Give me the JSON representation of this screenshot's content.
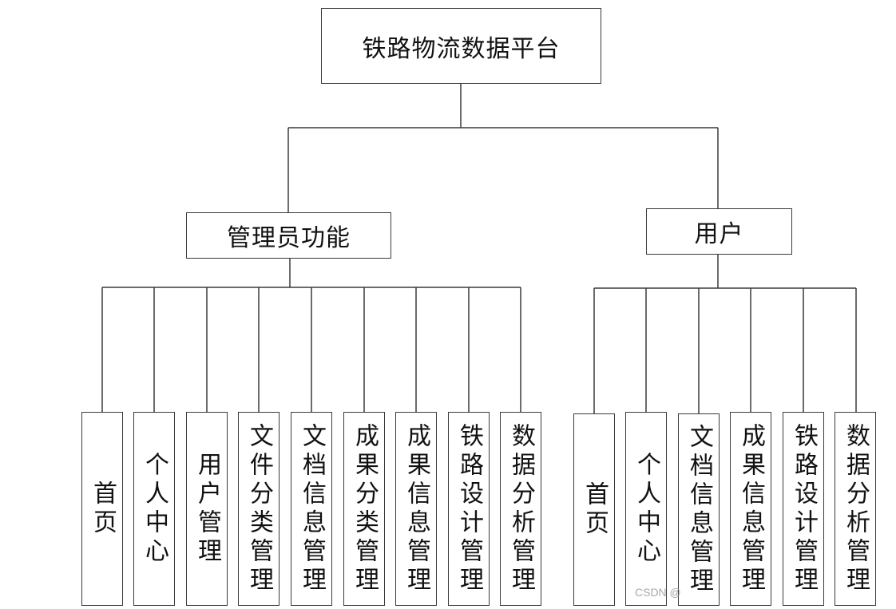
{
  "diagram": {
    "root": {
      "label": "铁路物流数据平台"
    },
    "branches": [
      {
        "label": "管理员功能",
        "children": [
          "首页",
          "个人中心",
          "用户管理",
          "文件分类管理",
          "文档信息管理",
          "成果分类管理",
          "成果信息管理",
          "铁路设计管理",
          "数据分析管理"
        ]
      },
      {
        "label": "用户",
        "children": [
          "首页",
          "个人中心",
          "文档信息管理",
          "成果信息管理",
          "铁路设计管理",
          "数据分析管理"
        ]
      }
    ]
  },
  "watermark": {
    "text": "CSDN @"
  },
  "colors": {
    "line": "#3a3a3a",
    "box_border": "#3a3a3a",
    "background": "#ffffff",
    "text": "#111111"
  }
}
